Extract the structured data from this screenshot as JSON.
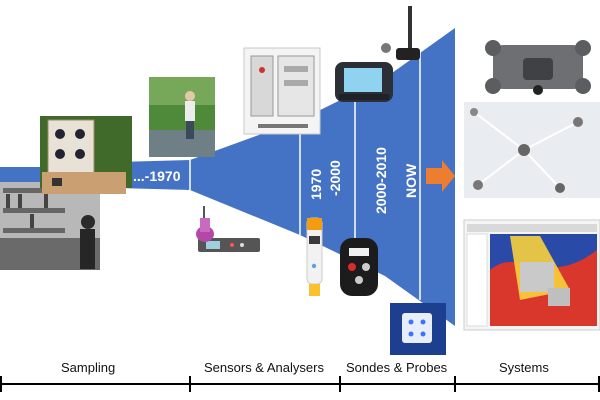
{
  "timeline": {
    "eras": [
      {
        "label": "...-1970"
      },
      {
        "label": "1970"
      },
      {
        "label": "-2000"
      },
      {
        "label": "2000-2010"
      },
      {
        "label": "NOW"
      }
    ]
  },
  "axis": {
    "categories": [
      "Sampling",
      "Sensors & Analysers",
      "Sondes & Probes",
      "Systems"
    ]
  },
  "colors": {
    "funnel": "#4472c4",
    "divider": "#ffffff",
    "arrow": "#ed7d31",
    "axis": "#000000"
  },
  "illustrations": [
    "lab-bench-photo-icon",
    "field-sampling-photo-icon",
    "sampling-equipment-panel-icon",
    "lab-analyser-icon",
    "analyser-cabinet-icon",
    "handheld-meter-icon",
    "wireless-antenna-icon",
    "ph-pen-probe-icon",
    "multi-sensor-sonde-icon",
    "sensor-chip-icon",
    "drone-icon",
    "sensor-network-icon",
    "gis-map-screenshot-icon"
  ]
}
